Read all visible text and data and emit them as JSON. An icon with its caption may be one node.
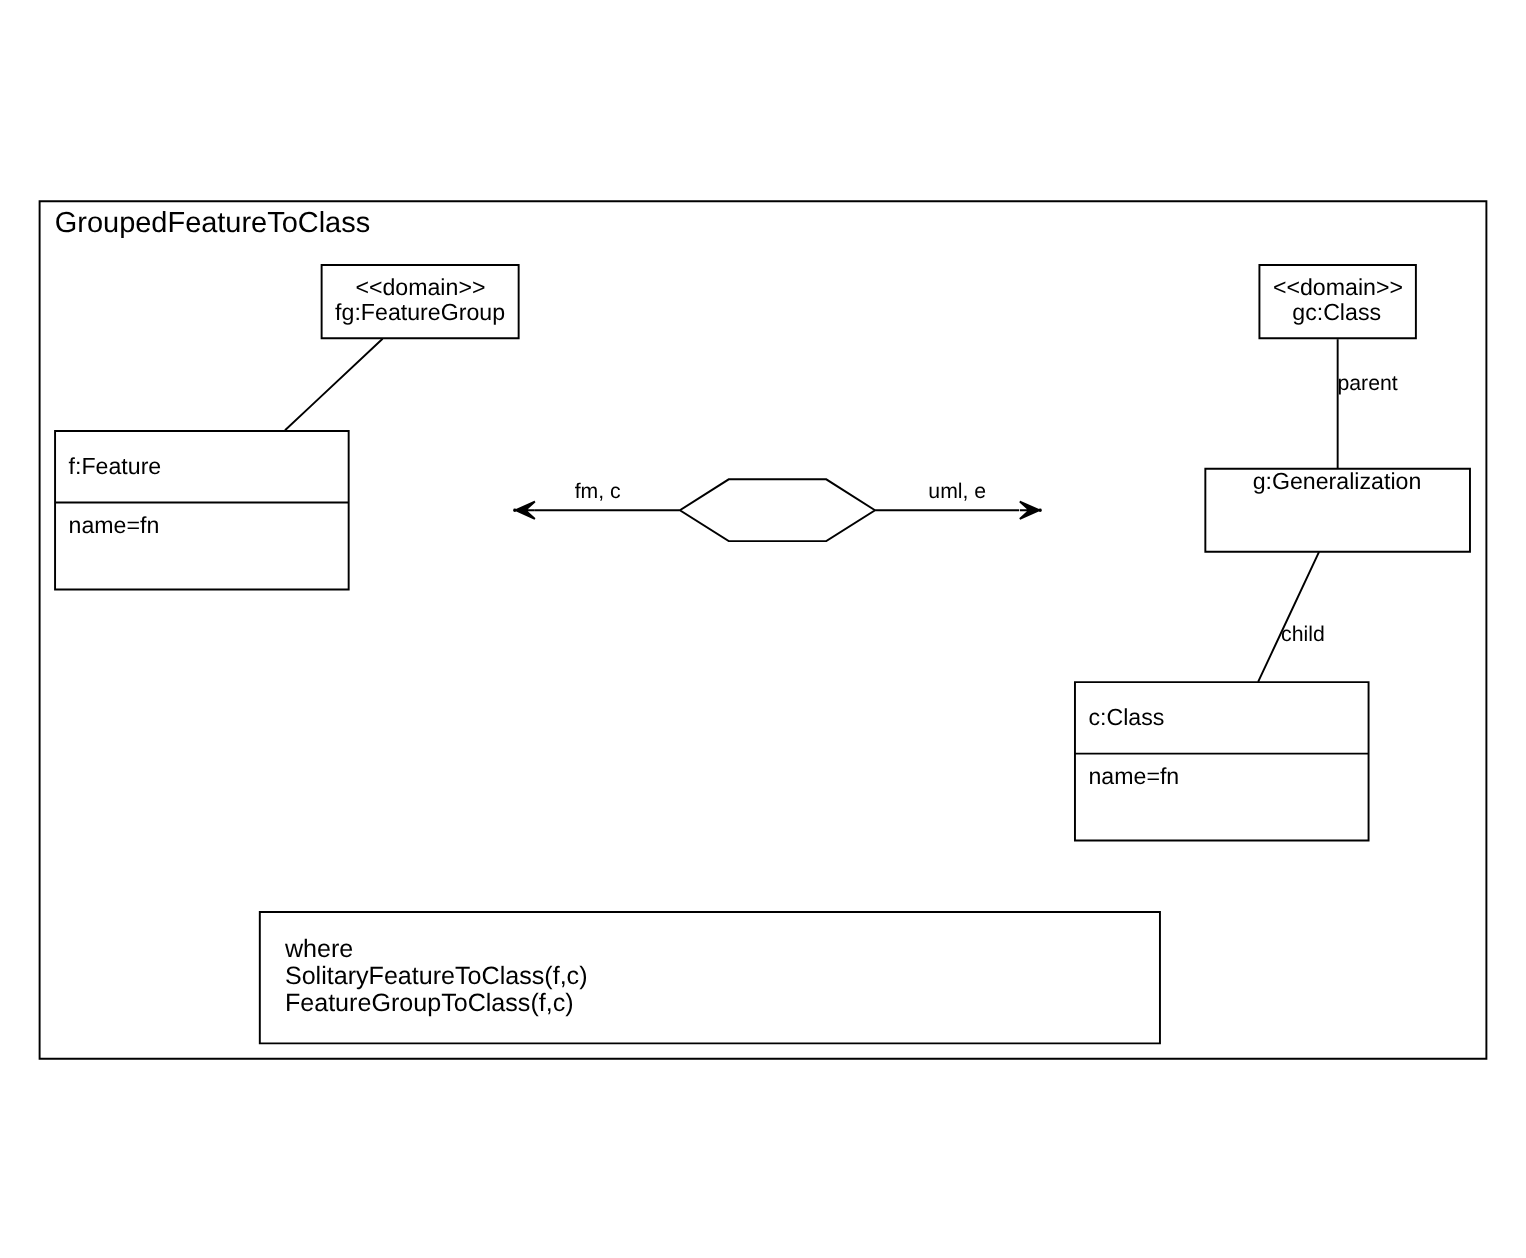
{
  "diagram": {
    "nodes": [
      {
        "text": [
          "GroupedFeatureToClass"
        ]
      },
      {
        "text": [
          "<<domain>>",
          "fg:FeatureGroup"
        ],
        "in": 0
      },
      {
        "text": [
          "f:Feature",
          "name=fn"
        ],
        "in": 0
      },
      {
        "text": [],
        "shape": "hexagon",
        "in": 0
      },
      {
        "text": [
          "<<domain>>",
          "gc:Class"
        ],
        "in": 0
      },
      {
        "text": [
          "g:Generalization"
        ],
        "in": 0
      },
      {
        "text": [
          "c:Class",
          "name=fn"
        ],
        "in": 0
      },
      {
        "text": [
          "where",
          "SolitaryFeatureToClass(f,c)",
          "FeatureGroupToClass(f,c)"
        ],
        "in": 0
      }
    ],
    "edges": [
      {
        "from": 1,
        "to": 2,
        "arrow": "none"
      },
      {
        "from": 3,
        "to": null,
        "arrow": "to",
        "label": "fm, c"
      },
      {
        "from": 3,
        "to": null,
        "arrow": "to",
        "label": "uml, e"
      },
      {
        "from": 4,
        "to": 5,
        "arrow": "none",
        "label": "parent"
      },
      {
        "from": 5,
        "to": 6,
        "arrow": "none",
        "label": "child"
      }
    ]
  }
}
